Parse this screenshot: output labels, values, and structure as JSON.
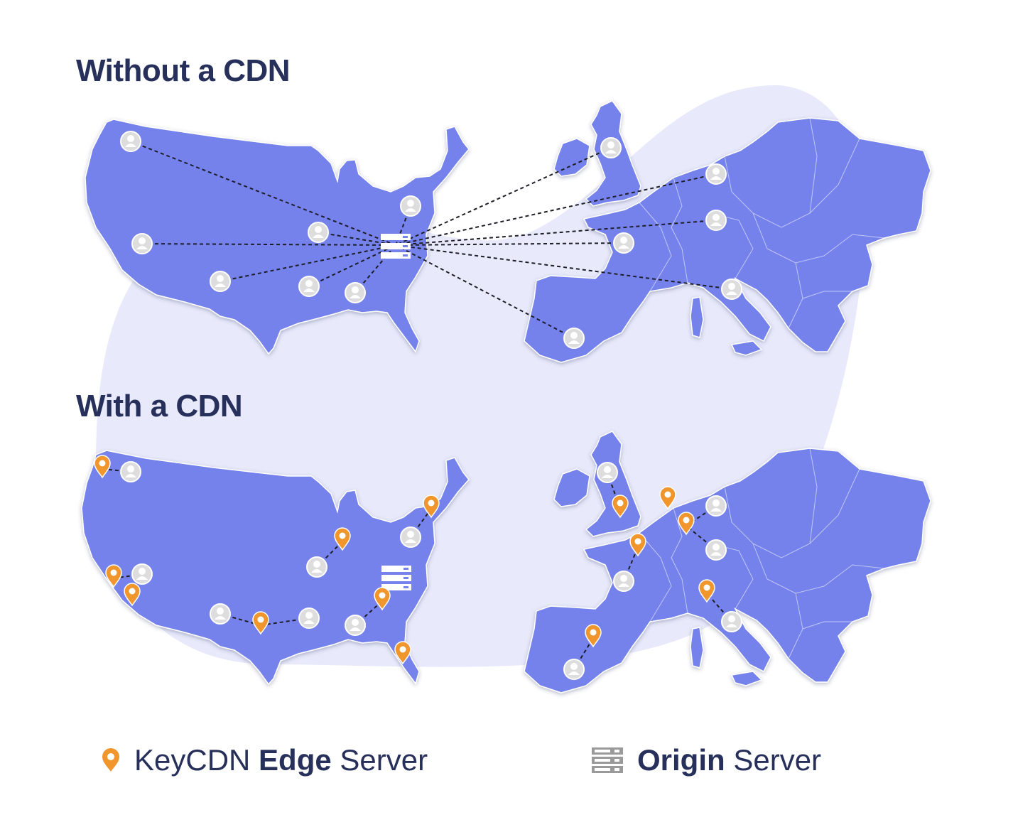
{
  "sections": {
    "without_cdn": {
      "title": "Without a CDN"
    },
    "with_cdn": {
      "title": "With a CDN"
    }
  },
  "legend": {
    "edge": {
      "prefix": "KeyCDN",
      "bold": "Edge",
      "suffix": "Server",
      "icon": "map-pin-icon"
    },
    "origin": {
      "bold": "Origin",
      "suffix": "Server",
      "icon": "server-icon"
    }
  },
  "colors": {
    "heading": "#26305a",
    "land": "#7482ec",
    "blob": "#e8eafb",
    "edge_pin": "#f0962d",
    "user_icon": "#dedede"
  }
}
